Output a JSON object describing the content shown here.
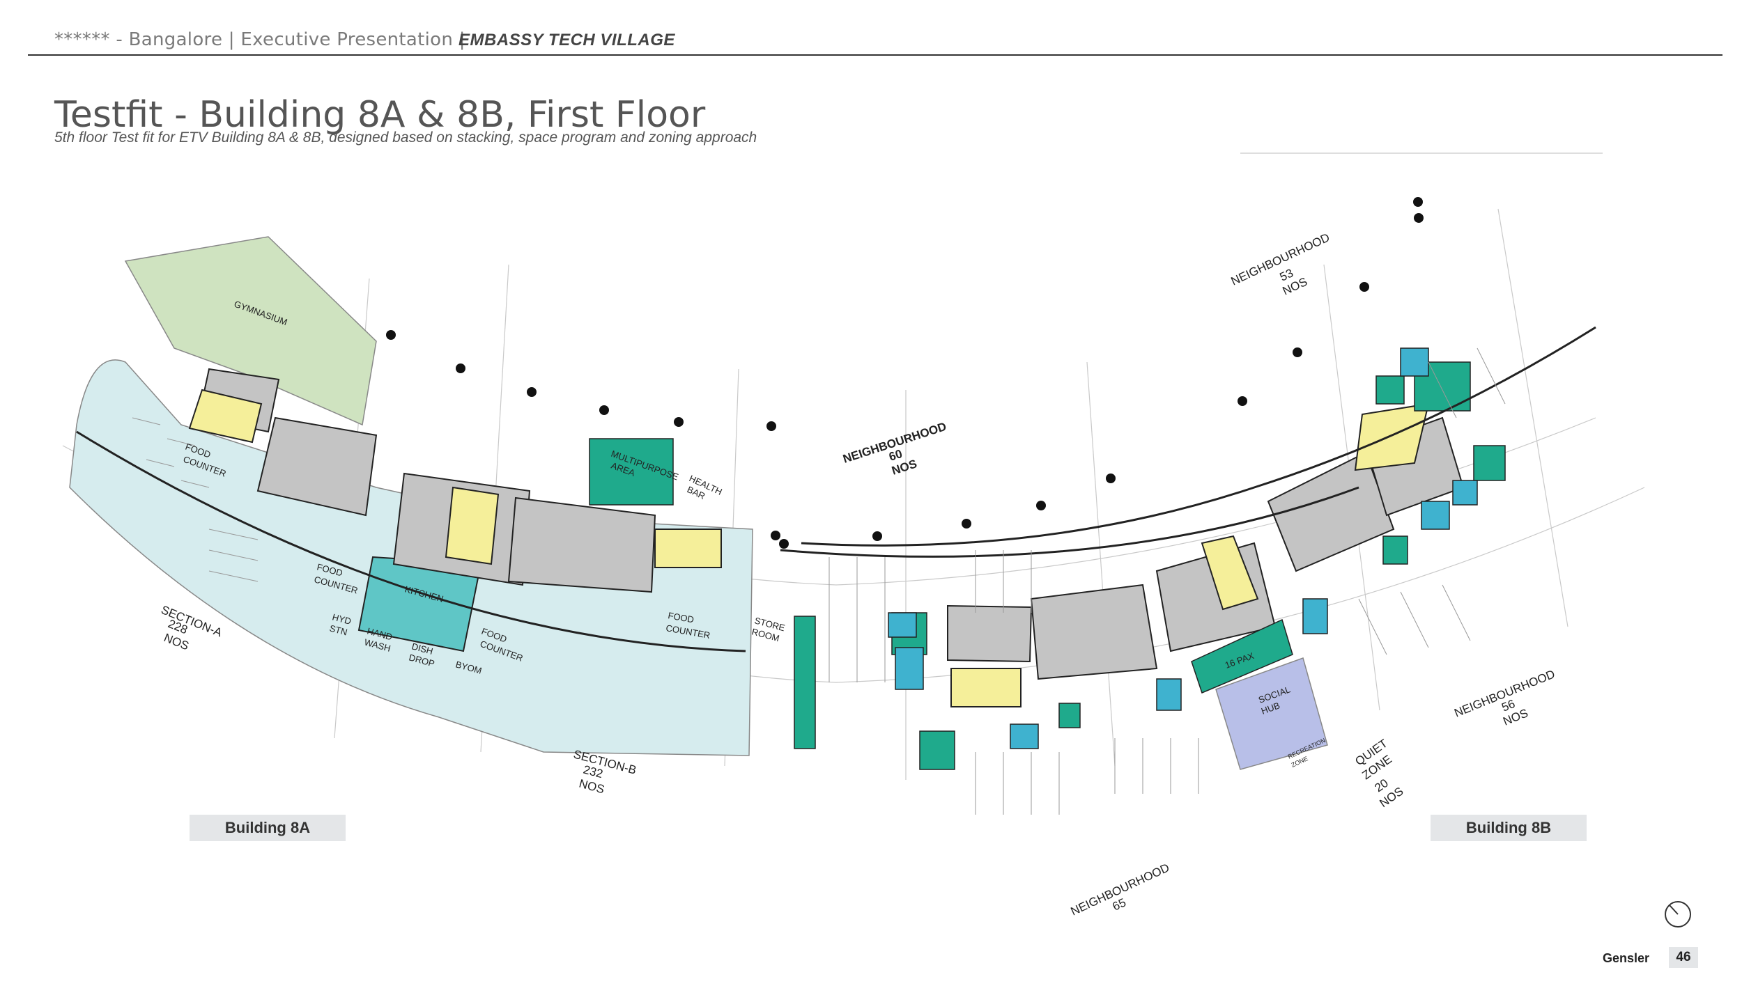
{
  "header": {
    "project_line": "****** - Bangalore | Executive Presentation |",
    "site_name": "EMBASSY TECH VILLAGE"
  },
  "page": {
    "title": "Testfit - Building 8A & 8B, First Floor",
    "subtitle": "5th floor Test fit for ETV Building 8A & 8B, designed based on stacking, space program and zoning approach"
  },
  "plan": {
    "building_labels": [
      "Building 8A",
      "Building 8B"
    ],
    "zones": {
      "gymnasium": "GYMNASIUM",
      "food_counter_1": [
        "FOOD",
        "COUNTER"
      ],
      "food_counter_2": [
        "FOOD",
        "COUNTER"
      ],
      "food_counter_3": [
        "FOOD",
        "COUNTER"
      ],
      "food_counter_4": [
        "FOOD",
        "COUNTER"
      ],
      "kitchen": "KITCHEN",
      "hyd_stn": [
        "HYD",
        "STN"
      ],
      "hand_wash": [
        "HAND",
        "WASH"
      ],
      "dish_drop": [
        "DISH",
        "DROP"
      ],
      "byom": "BYOM",
      "multipurpose_area": [
        "MULTIPURPOSE",
        "AREA"
      ],
      "health_bar": [
        "HEALTH",
        "BAR"
      ],
      "store_room": [
        "STORE",
        "ROOM"
      ],
      "social_hub": [
        "SOCIAL",
        "HUB"
      ],
      "pax_16": "16 PAX",
      "recreation_zone": [
        "RECREATION",
        "ZONE"
      ]
    },
    "seating": {
      "section_a": [
        "SECTION-A",
        "228",
        "NOS"
      ],
      "section_b": [
        "SECTION-B",
        "232",
        "NOS"
      ],
      "neighbourhood_60": [
        "NEIGHBOURHOOD",
        "60",
        "NOS"
      ],
      "neighbourhood_53": [
        "NEIGHBOURHOOD",
        "53",
        "NOS"
      ],
      "neighbourhood_56": [
        "NEIGHBOURHOOD",
        "56",
        "NOS"
      ],
      "neighbourhood_65": [
        "NEIGHBOURHOOD",
        "65"
      ],
      "quiet_zone": [
        "QUIET",
        "ZONE",
        "20",
        "NOS"
      ]
    },
    "colors": {
      "gym_green": "#cfe3c0",
      "cafe_blue": "#d6ecee",
      "teal": "#1faa8c",
      "light_blue": "#3fb2cf",
      "core_yellow": "#f5ef9a",
      "hub_purple": "#b8bfe8",
      "core_gray": "#c4c4c4"
    }
  },
  "footer": {
    "brand": "Gensler",
    "page_number": "46"
  }
}
